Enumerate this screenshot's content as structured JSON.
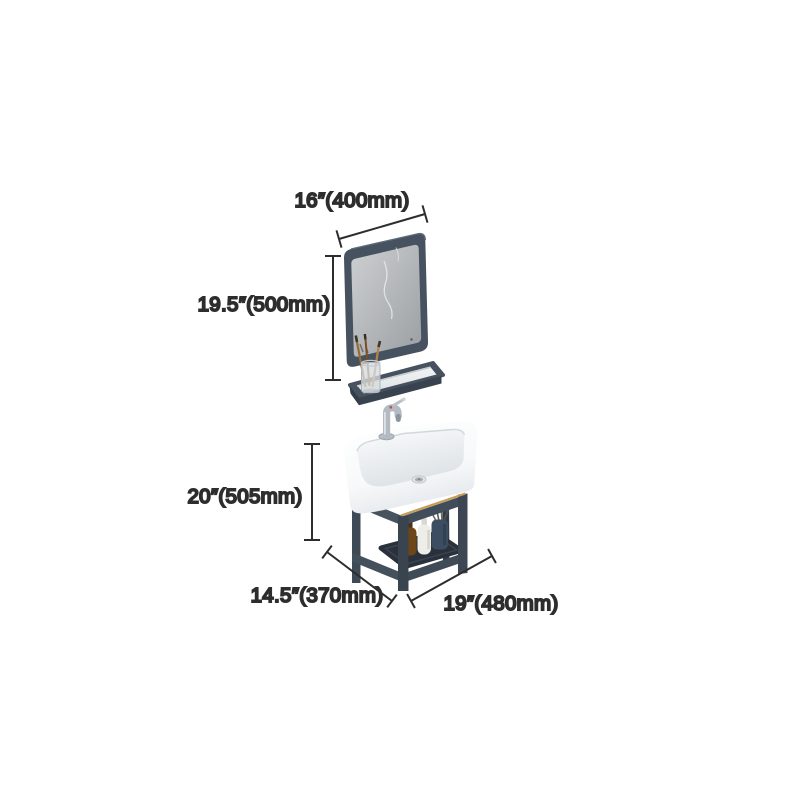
{
  "page": {
    "background": "#ffffff",
    "description": "Dimension diagram of a wall-mounted bathroom vanity set with framed mirror, wall shelf, chrome faucet, white vessel sink and open metal stand with storage tray"
  },
  "diagram": {
    "colors": {
      "frame_slate": "#46525f",
      "frame_dark": "#39434f",
      "accent_gold": "#c79c52",
      "ceramic_white": "#ffffff",
      "chrome": "#b3bac1",
      "annotation": "#2d2d2d"
    },
    "dimensions": {
      "mirror_width": {
        "label": "16″(400mm)"
      },
      "mirror_height": {
        "label": "19.5″(500mm)"
      },
      "vanity_height": {
        "label": "20″(505mm)"
      },
      "vanity_depth": {
        "label": "14.5″(370mm)"
      },
      "vanity_width": {
        "label": "19″(480mm)"
      }
    }
  }
}
